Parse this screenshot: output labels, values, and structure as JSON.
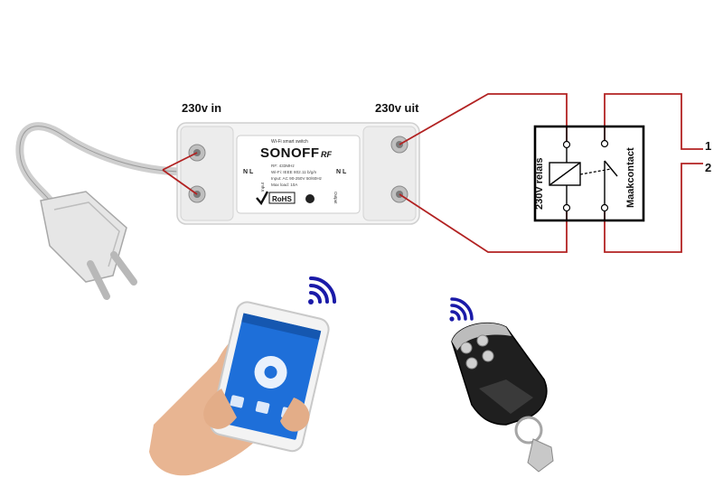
{
  "labels": {
    "input": "230v in",
    "output": "230v uit",
    "relay": "230V relais",
    "contact": "Maakcontact",
    "term1": "1",
    "term2": "2"
  },
  "device": {
    "brand": "SONOFF",
    "model": "RF",
    "tagline": "Wi-Fi smart switch",
    "specs": [
      "RF: 433MHz",
      "Wi-Fi: IEEE 802.11 b/g/n",
      "Input: AC 90-250V 50/60Hz",
      "Max load: 10A"
    ],
    "left_terminals": "N L",
    "right_terminals": "N L",
    "left_side": "Input",
    "right_side": "Output",
    "rohs": "RoHS"
  },
  "colors": {
    "wire": "#b22222",
    "relay_box": "#000000",
    "wifi": "#1a1aa8",
    "phone_screen": "#1e6fd9"
  },
  "icons": [
    "plug-icon",
    "wifi-icon",
    "phone-icon",
    "remote-icon"
  ]
}
